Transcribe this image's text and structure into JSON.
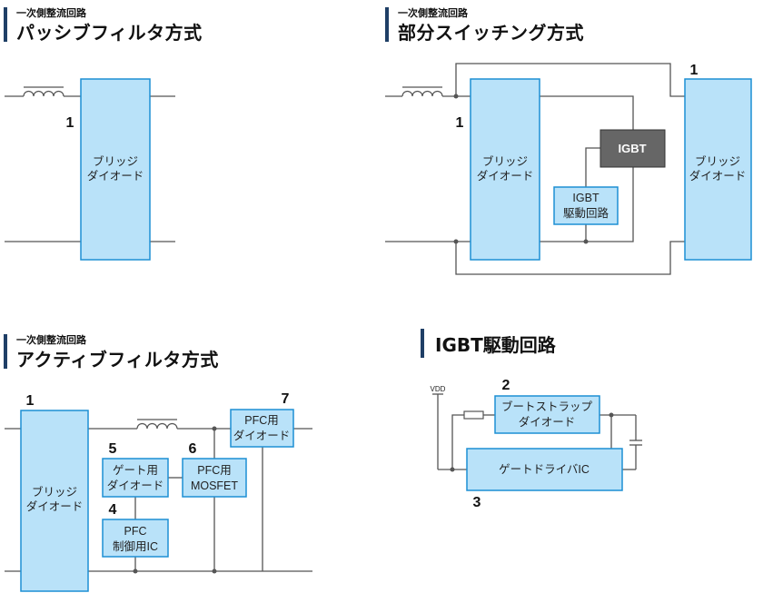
{
  "sections": {
    "passive": {
      "subtitle": "一次側整流回路",
      "title": "パッシブフィルタ方式"
    },
    "partial": {
      "subtitle": "一次側整流回路",
      "title": "部分スイッチング方式"
    },
    "active": {
      "subtitle": "一次側整流回路",
      "title": "アクティブフィルタ方式"
    },
    "igbt": {
      "title": "IGBT駆動回路"
    }
  },
  "passive": {
    "bridge_num": "1",
    "bridge_label": [
      "ブリッジ",
      "ダイオード"
    ]
  },
  "partial": {
    "bridge1_num": "1",
    "bridge1_label": [
      "ブリッジ",
      "ダイオード"
    ],
    "igbt_label": "IGBT",
    "driver_label": [
      "IGBT",
      "駆動回路"
    ],
    "bridge2_num": "1",
    "bridge2_label": [
      "ブリッジ",
      "ダイオード"
    ]
  },
  "active": {
    "bridge_num": "1",
    "bridge_label": [
      "ブリッジ",
      "ダイオード"
    ],
    "gate_diode_num": "5",
    "gate_diode_label": [
      "ゲート用",
      "ダイオード"
    ],
    "mosfet_num": "6",
    "mosfet_label": [
      "PFC用",
      "MOSFET"
    ],
    "pfc_diode_num": "7",
    "pfc_diode_label": [
      "PFC用",
      "ダイオード"
    ],
    "pfc_ctrl_num": "4",
    "pfc_ctrl_label": [
      "PFC",
      "制御用IC"
    ]
  },
  "igbt_drive": {
    "vdd": "VDD",
    "bootstrap_num": "2",
    "bootstrap_label": [
      "ブートストラップ",
      "ダイオード"
    ],
    "gate_driver_num": "3",
    "gate_driver_label": "ゲートドライバIC"
  }
}
